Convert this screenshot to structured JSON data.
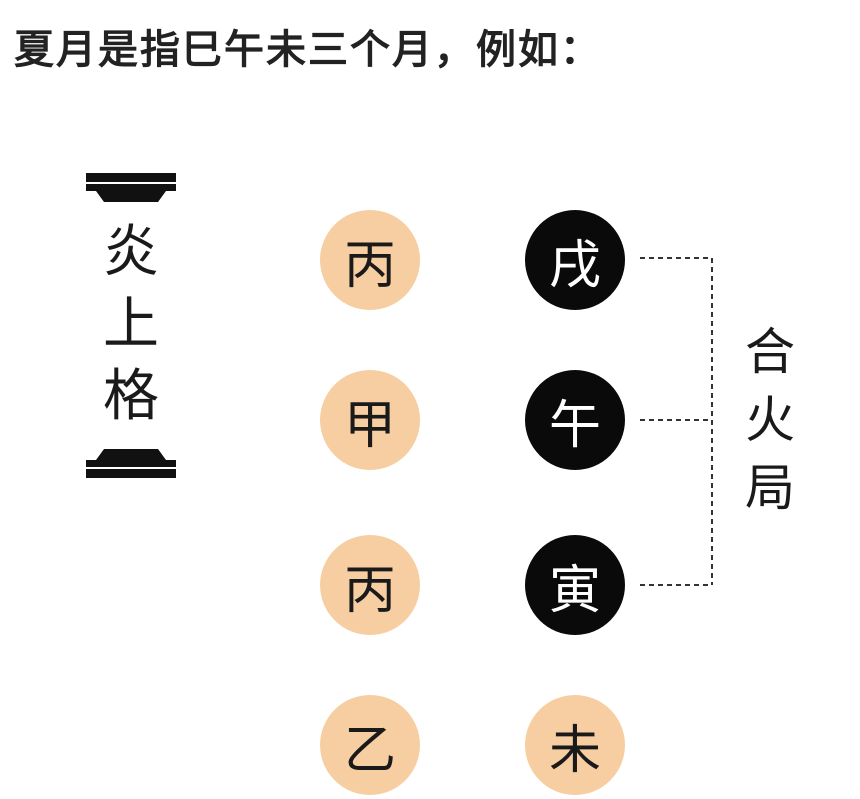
{
  "heading": "夏月是指巳午未三个月，例如：",
  "pattern_label": [
    "炎",
    "上",
    "格"
  ],
  "stems": [
    "丙",
    "甲",
    "丙",
    "乙"
  ],
  "branches": [
    "戌",
    "午",
    "寅",
    "未"
  ],
  "combine_label": [
    "合",
    "火",
    "局"
  ],
  "colors": {
    "stem_fill": "#f7cea1",
    "branch_dark_fill": "#0a0a0a",
    "text": "#1a1a1a"
  }
}
